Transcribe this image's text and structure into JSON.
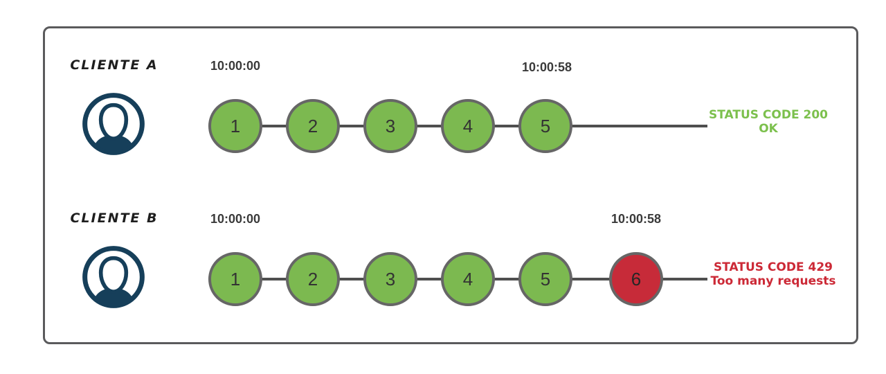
{
  "diagram_title": "rate-limiting-clients-diagram",
  "colors": {
    "frame_border": "#5a5a5c",
    "timeline": "#4f4f4f",
    "circle_ok_fill": "#7CB950",
    "circle_border": "#666666",
    "circle_rejected_fill": "#C72B39",
    "status_ok_text": "#7CC04D",
    "status_rejected_text": "#CC2936",
    "avatar_color": "#163F5A",
    "timestamp_text": "#3a3a3a"
  },
  "rows": [
    {
      "client": "CLIENTE A",
      "start_time": "10:00:00",
      "end_time": "10:00:58",
      "requests": [
        "1",
        "2",
        "3",
        "4",
        "5"
      ],
      "request_states": [
        "ok",
        "ok",
        "ok",
        "ok",
        "ok"
      ],
      "status_line1": "STATUS CODE 200",
      "status_line2": "OK"
    },
    {
      "client": "CLIENTE B",
      "start_time": "10:00:00",
      "end_time": "10:00:58",
      "requests": [
        "1",
        "2",
        "3",
        "4",
        "5",
        "6"
      ],
      "request_states": [
        "ok",
        "ok",
        "ok",
        "ok",
        "ok",
        "rejected"
      ],
      "status_line1": "STATUS CODE 429",
      "status_line2": "Too many requests"
    }
  ]
}
